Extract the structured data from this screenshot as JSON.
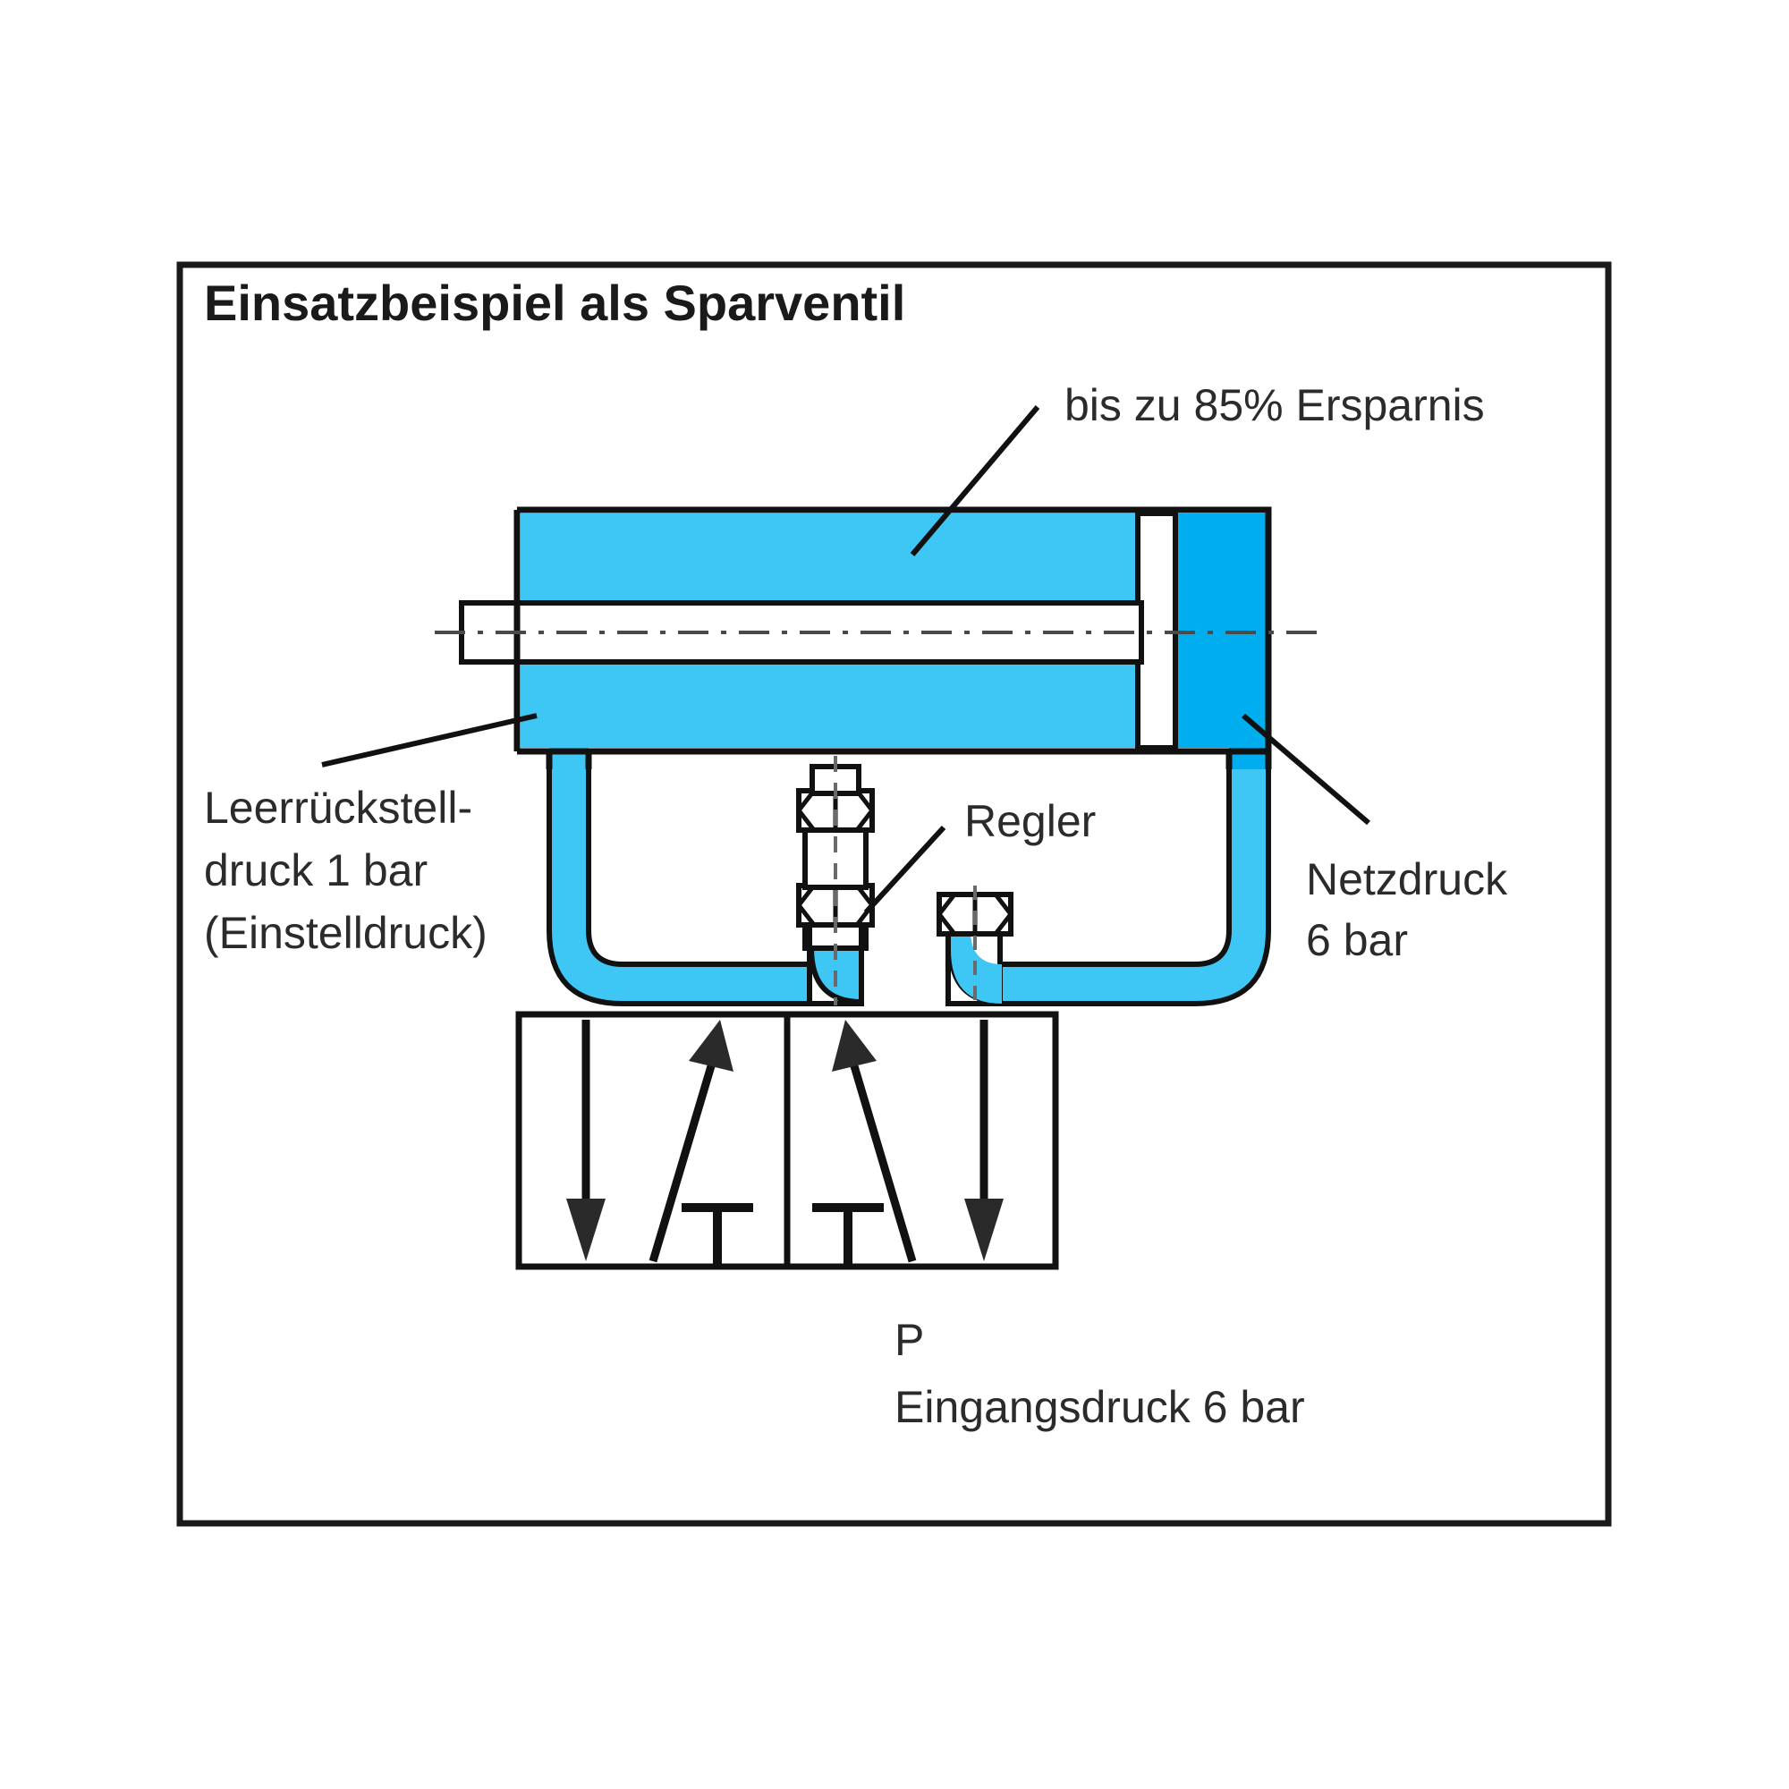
{
  "figure": {
    "title": "Einsatzbeispiel als Sparventil",
    "kind": "pneumatic-circuit-diagram",
    "frame": {
      "stroke": "#1a1a1a"
    },
    "colors": {
      "cylinder_chamber_light": "#3ec6f4",
      "cylinder_chamber_dark": "#00aeef",
      "line": "#111111",
      "text": "#2b2b2b",
      "background": "#ffffff"
    }
  },
  "annotations": {
    "savings": {
      "text": "bis zu 85% Ersparnis",
      "points_to": "upper-cylinder-chamber"
    },
    "return_pressure": {
      "line1": "Leerrückstell-",
      "line2": "druck 1 bar",
      "line3": "(Einstelldruck)",
      "points_to": "lower-left-cylinder-chamber"
    },
    "regulator": {
      "text": "Regler",
      "points_to": "regulator-body"
    },
    "network_pressure": {
      "line1": "Netzdruck",
      "line2": "6 bar",
      "points_to": "right-cylinder-chamber"
    },
    "supply": {
      "port": "P",
      "text": "Eingangsdruck 6 bar"
    }
  },
  "components": {
    "cylinder": {
      "name": "pneumatic-cylinder",
      "chambers": [
        "light-blue-working-chamber",
        "dark-blue-pressure-chamber"
      ],
      "piston_rod": "white-rod"
    },
    "regulator": {
      "name": "pressure-regulator",
      "label": "Regler"
    },
    "fitting": {
      "name": "pipe-fitting"
    },
    "valve": {
      "name": "5-2-way-directional-valve",
      "positions": 2,
      "port_label": "P"
    },
    "piping": {
      "name": "blue-pressure-piping"
    }
  }
}
